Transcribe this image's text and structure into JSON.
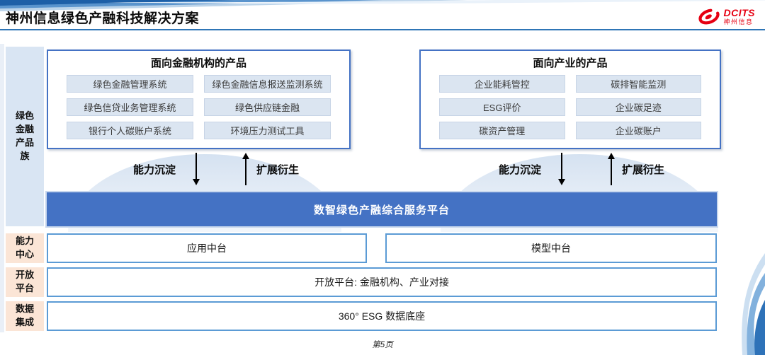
{
  "header": {
    "title": "神州信息绿色产融科技解决方案",
    "logo_brand": "DCITS",
    "logo_brand_cn": "神州信息"
  },
  "sidebar": {
    "product_family": "绿色金融产品族",
    "capability_center": "能力中心",
    "open_platform": "开放平台",
    "data_integration": "数据集成"
  },
  "finance_box": {
    "title": "面向金融机构的产品",
    "items": [
      "绿色金融管理系统",
      "绿色金融信息报送监测系统",
      "绿色信贷业务管理系统",
      "绿色供应链金融",
      "银行个人碳账户系统",
      "环境压力测试工具"
    ]
  },
  "industry_box": {
    "title": "面向产业的产品",
    "items": [
      "企业能耗管控",
      "碳排智能监测",
      "ESG评价",
      "企业碳足迹",
      "碳资产管理",
      "企业碳账户"
    ]
  },
  "arrows": {
    "down_label": "能力沉淀",
    "up_label": "扩展衍生"
  },
  "platform": {
    "bar": "数智绿色产融综合服务平台",
    "app_center": "应用中台",
    "model_center": "模型中台",
    "open_row": "开放平台: 金融机构、产业对接",
    "data_row": "360° ESG 数据底座"
  },
  "footer": {
    "page_number": "第5页"
  },
  "colors": {
    "accent_blue": "#4472c4",
    "light_blue_fill": "#dbe5f1",
    "sidebar_blue": "#d9e5f3",
    "sidebar_peach": "#fbe5d6",
    "row_border_blue": "#5b9bd5",
    "header_line_blue": "#2e75b6",
    "brand_red": "#e60012"
  }
}
